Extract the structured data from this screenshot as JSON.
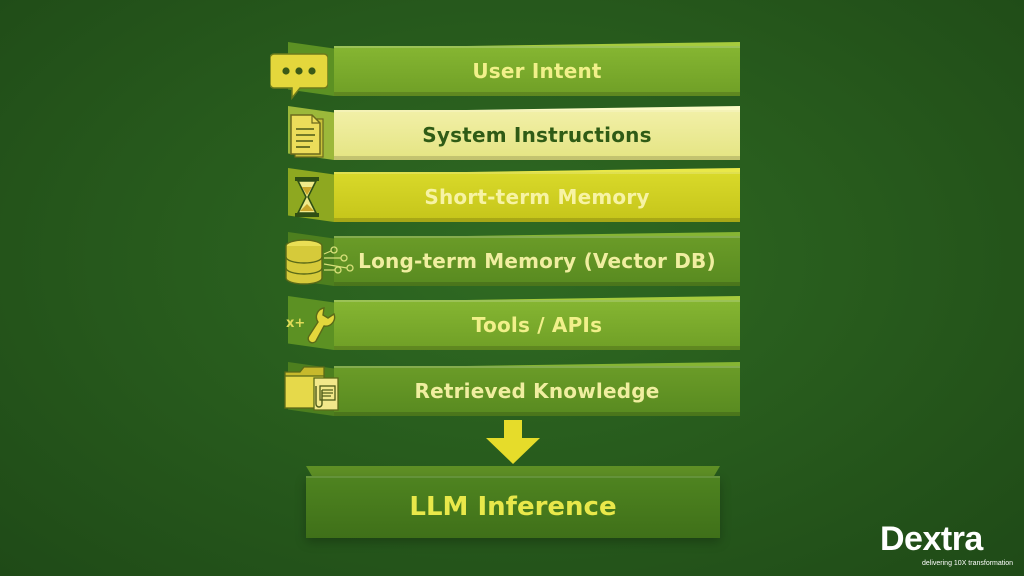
{
  "diagram": {
    "layers": [
      {
        "label": "User Intent",
        "icon": "chat-bubble-icon",
        "theme": "green"
      },
      {
        "label": "System Instructions",
        "icon": "document-icon",
        "theme": "cream"
      },
      {
        "label": "Short-term Memory",
        "icon": "hourglass-icon",
        "theme": "yellow"
      },
      {
        "label": "Long-term Memory (Vector DB)",
        "icon": "database-icon",
        "theme": "deep"
      },
      {
        "label": "Tools / APIs",
        "icon": "wrench-icon",
        "theme": "green"
      },
      {
        "label": "Retrieved Knowledge",
        "icon": "folder-icon",
        "theme": "deep"
      }
    ],
    "output": {
      "label": "LLM Inference"
    },
    "tools_glyph": "x+"
  },
  "logo": {
    "word": "Dextra",
    "tagline": "delivering 10X transformation"
  },
  "colors": {
    "background": "#285c1d",
    "accent_yellow": "#e9e84a",
    "text_light": "#f1f08a",
    "text_dark": "#2f5b16"
  }
}
